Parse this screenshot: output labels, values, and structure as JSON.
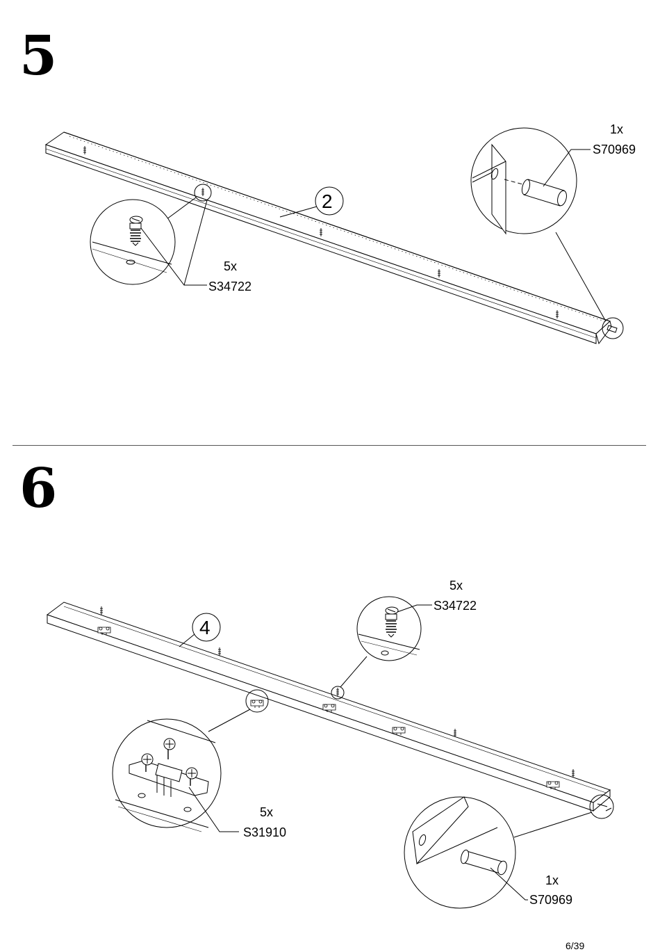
{
  "page": {
    "number": "6/39"
  },
  "steps": [
    {
      "number": "5",
      "panel_callout": "2",
      "parts": [
        {
          "qty": "5x",
          "code": "S34722"
        },
        {
          "qty": "1x",
          "code": "S70969"
        }
      ]
    },
    {
      "number": "6",
      "panel_callout": "4",
      "parts": [
        {
          "qty": "5x",
          "code": "S34722"
        },
        {
          "qty": "5x",
          "code": "S31910"
        },
        {
          "qty": "1x",
          "code": "S70969"
        }
      ]
    }
  ]
}
